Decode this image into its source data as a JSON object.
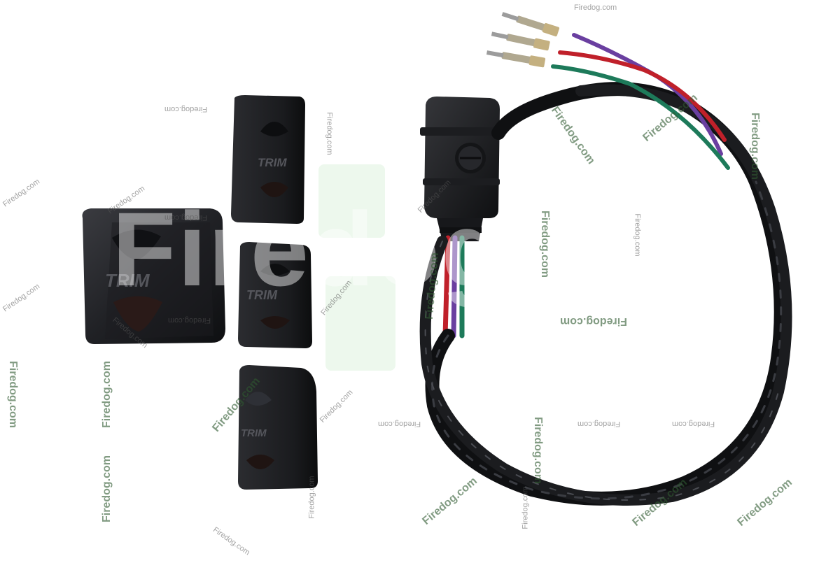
{
  "watermark": {
    "text": "Firedog.com",
    "large_text": "Firedog"
  },
  "parts": {
    "cap_label": "TRIM"
  }
}
